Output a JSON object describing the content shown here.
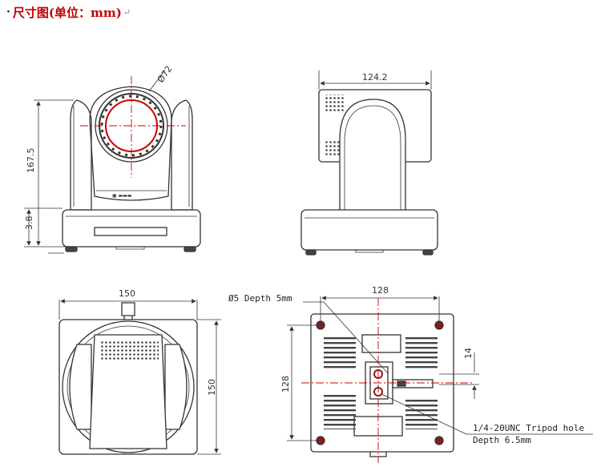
{
  "header": {
    "bullet": "·",
    "title": "尺寸图(单位：mm)",
    "return_mark": "↵"
  },
  "front_view": {
    "lens_diameter": "Ø72",
    "height_total": "167.5",
    "base_height": "3.8"
  },
  "side_view": {
    "depth": "124.2"
  },
  "top_view": {
    "width": "150",
    "height": "150"
  },
  "bottom_view": {
    "width": "128",
    "height": "128",
    "offset": "14",
    "hole_note": "Ø5 Depth 5mm",
    "tripod_note_line1": "1/4-20UNC Tripod hole",
    "tripod_note_line2": "Depth 6.5mm"
  },
  "colors": {
    "title": "#c00000",
    "line": "#333333",
    "centerline": "#cc0000",
    "screw": "#8b1a1a"
  }
}
